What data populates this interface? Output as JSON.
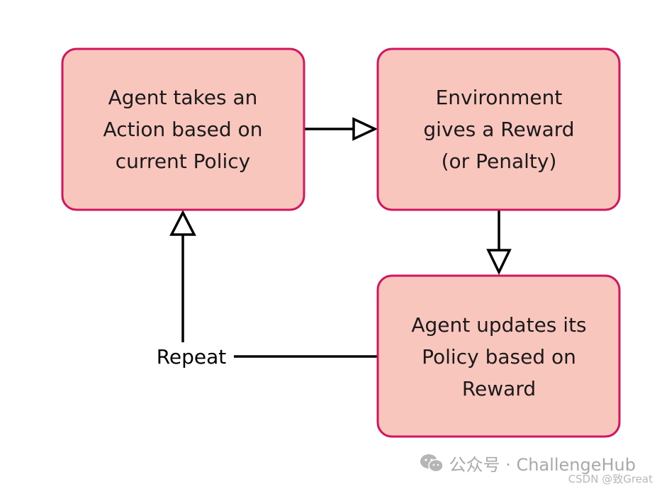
{
  "nodes": [
    {
      "id": "action",
      "lines": [
        "Agent takes an",
        "Action based on",
        "current Policy"
      ]
    },
    {
      "id": "reward",
      "lines": [
        "Environment",
        "gives a Reward",
        "(or Penalty)"
      ]
    },
    {
      "id": "update",
      "lines": [
        "Agent updates its",
        "Policy based on",
        "Reward"
      ]
    }
  ],
  "edges": [
    {
      "from": "action",
      "to": "reward",
      "label": ""
    },
    {
      "from": "reward",
      "to": "update",
      "label": ""
    },
    {
      "from": "update",
      "to": "action",
      "label": "Repeat"
    }
  ],
  "colors": {
    "node_fill": "#f9c6be",
    "node_border": "#d3155f",
    "edge": "#000000"
  },
  "watermark": {
    "icon": "wechat-icon",
    "main_text": "公众号 · ChallengeHub",
    "sub_text": "CSDN @致Great"
  }
}
